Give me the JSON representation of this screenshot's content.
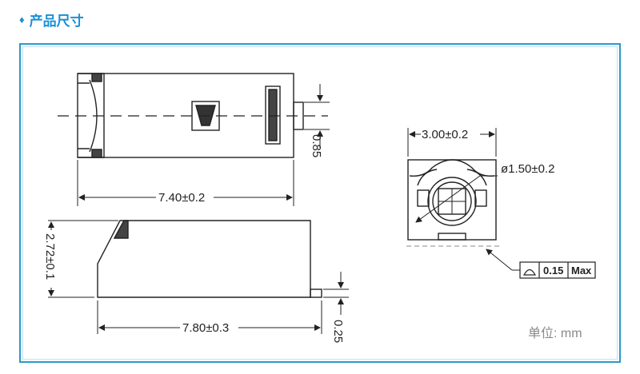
{
  "header": {
    "bullet": "♦",
    "title": "产品尺寸"
  },
  "dimensions": {
    "length_top": "7.40±0.2",
    "height_top": "0.85",
    "height_side": "2.72±0.1",
    "length_side": "7.80±0.3",
    "foot_side": "0.25",
    "width_front": "3.00±0.2",
    "diameter": "ø1.50±0.2",
    "tolerance_value": "0.15",
    "tolerance_max": "Max"
  },
  "unit_label": "单位: mm",
  "colors": {
    "accent": "#1a8fd6",
    "frame": "#2a9ac8",
    "line": "#222222"
  }
}
